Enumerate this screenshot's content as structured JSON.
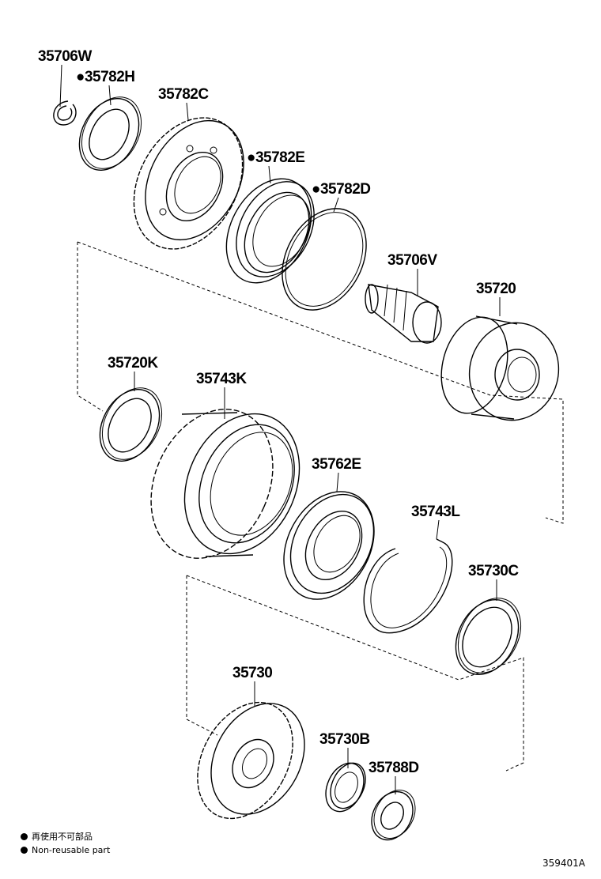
{
  "parts": {
    "p_35706W": "35706W",
    "p_35782H": "●35782H",
    "p_35782C": "35782C",
    "p_35782E": "●35782E",
    "p_35782D": "●35782D",
    "p_35706V": "35706V",
    "p_35720": "35720",
    "p_35720K": "35720K",
    "p_35743K": "35743K",
    "p_35762E": "35762E",
    "p_35743L": "35743L",
    "p_35730C": "35730C",
    "p_35730": "35730",
    "p_35730B": "35730B",
    "p_35788D": "35788D"
  },
  "legend": {
    "japanese": "再使用不可部品",
    "english": "Non-reusable part"
  },
  "figure_number": "359401A"
}
